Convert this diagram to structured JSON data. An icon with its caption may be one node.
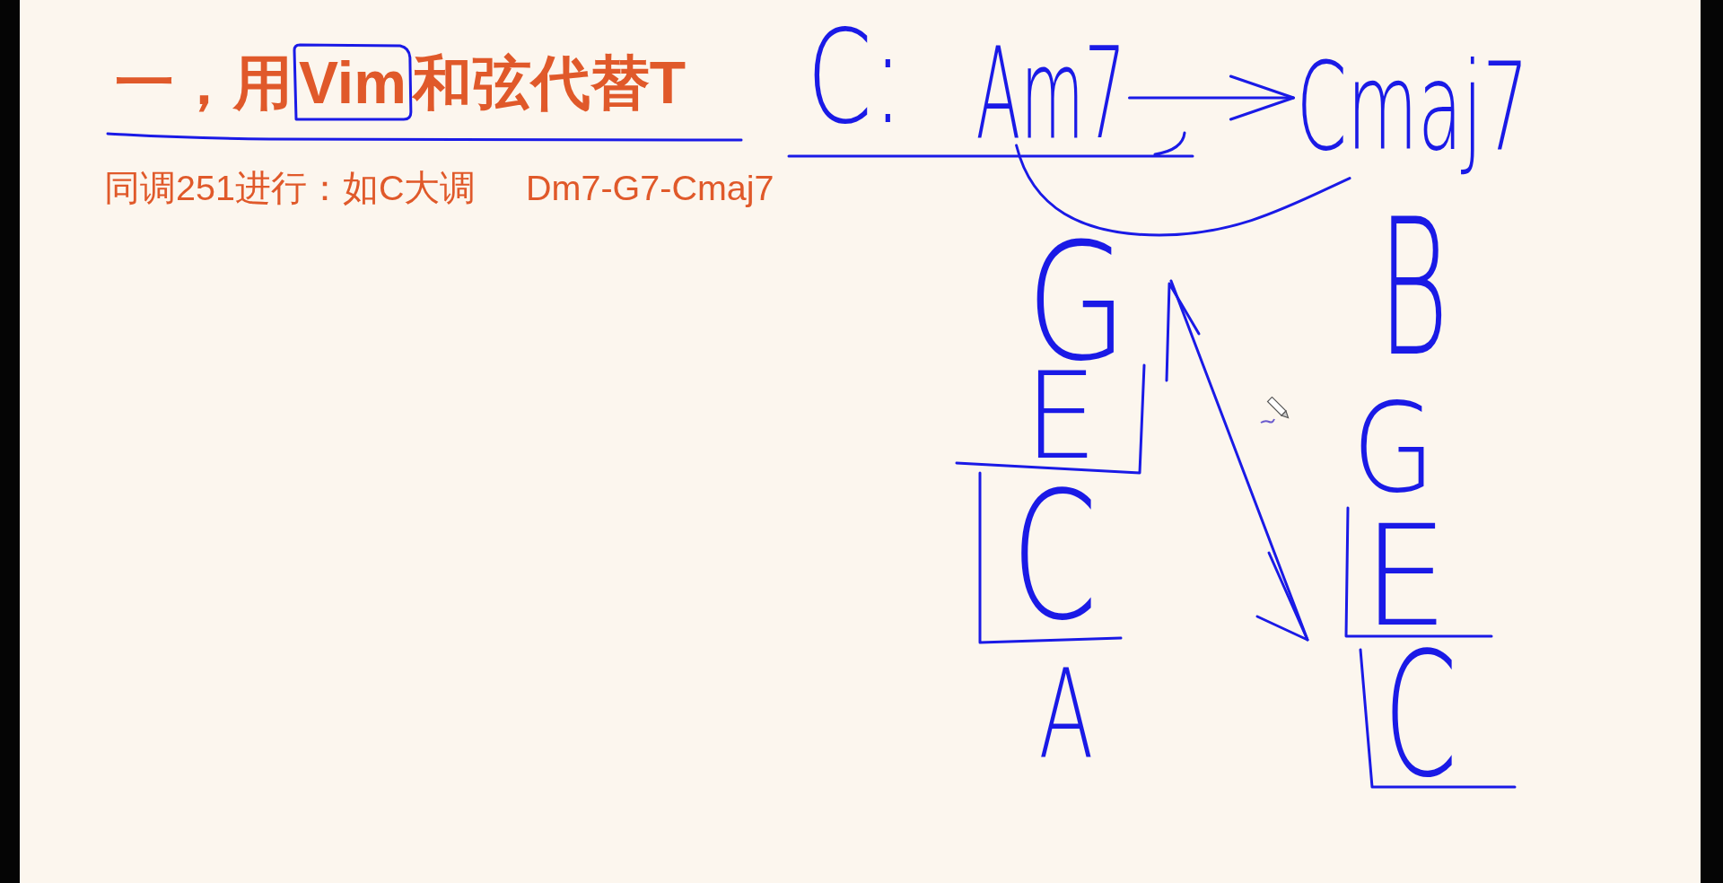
{
  "diagram": {
    "title": "一，用Vim和弦代替T",
    "nodes": [
      {
        "text": [],
        "shape": "box"
      },
      {
        "text": [
          "Am7"
        ]
      },
      {
        "text": [
          "Cmaj7"
        ]
      },
      {
        "text": [
          "G"
        ]
      },
      {
        "text": [
          "E"
        ]
      },
      {
        "text": [
          "C"
        ]
      },
      {
        "text": [
          "A"
        ]
      },
      {
        "text": [
          "B"
        ]
      },
      {
        "text": [
          "G"
        ]
      },
      {
        "text": [
          "E"
        ]
      },
      {
        "text": [
          "C"
        ]
      }
    ],
    "edges": [
      {
        "from": 1,
        "to": 2,
        "arrow": "to"
      },
      {
        "from": 1,
        "to": 2,
        "arrow": "none"
      }
    ],
    "labels": [
      "C:",
      "同调251进行：如C大调",
      "Dm7-G7-Cmaj7"
    ]
  }
}
